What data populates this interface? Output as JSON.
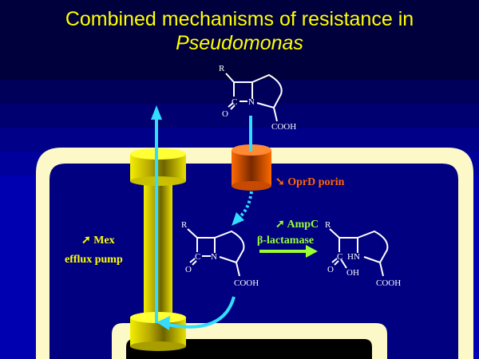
{
  "title": {
    "line1": "Combined mechanisms of resistance in",
    "line2": "Pseudomonas"
  },
  "labels": {
    "porin": "OprD porin",
    "ampc_line1": "AmpC",
    "ampc_line2": "β-lactamase",
    "mex_line1": "Mex",
    "mex_line2": "efflux pump",
    "arrow_up": "➚",
    "arrow_down": "➘"
  },
  "molecule": {
    "r": "R",
    "c": "C",
    "n": "N",
    "o": "O",
    "cooh": "COOH",
    "hn": "HN",
    "oh": "OH"
  },
  "colors": {
    "title": "#ffff00",
    "porin": "#ff6600",
    "ampc": "#99ff33",
    "mex": "#ffff00",
    "arrow": "#33ddff",
    "membrane": "#fffacd"
  }
}
